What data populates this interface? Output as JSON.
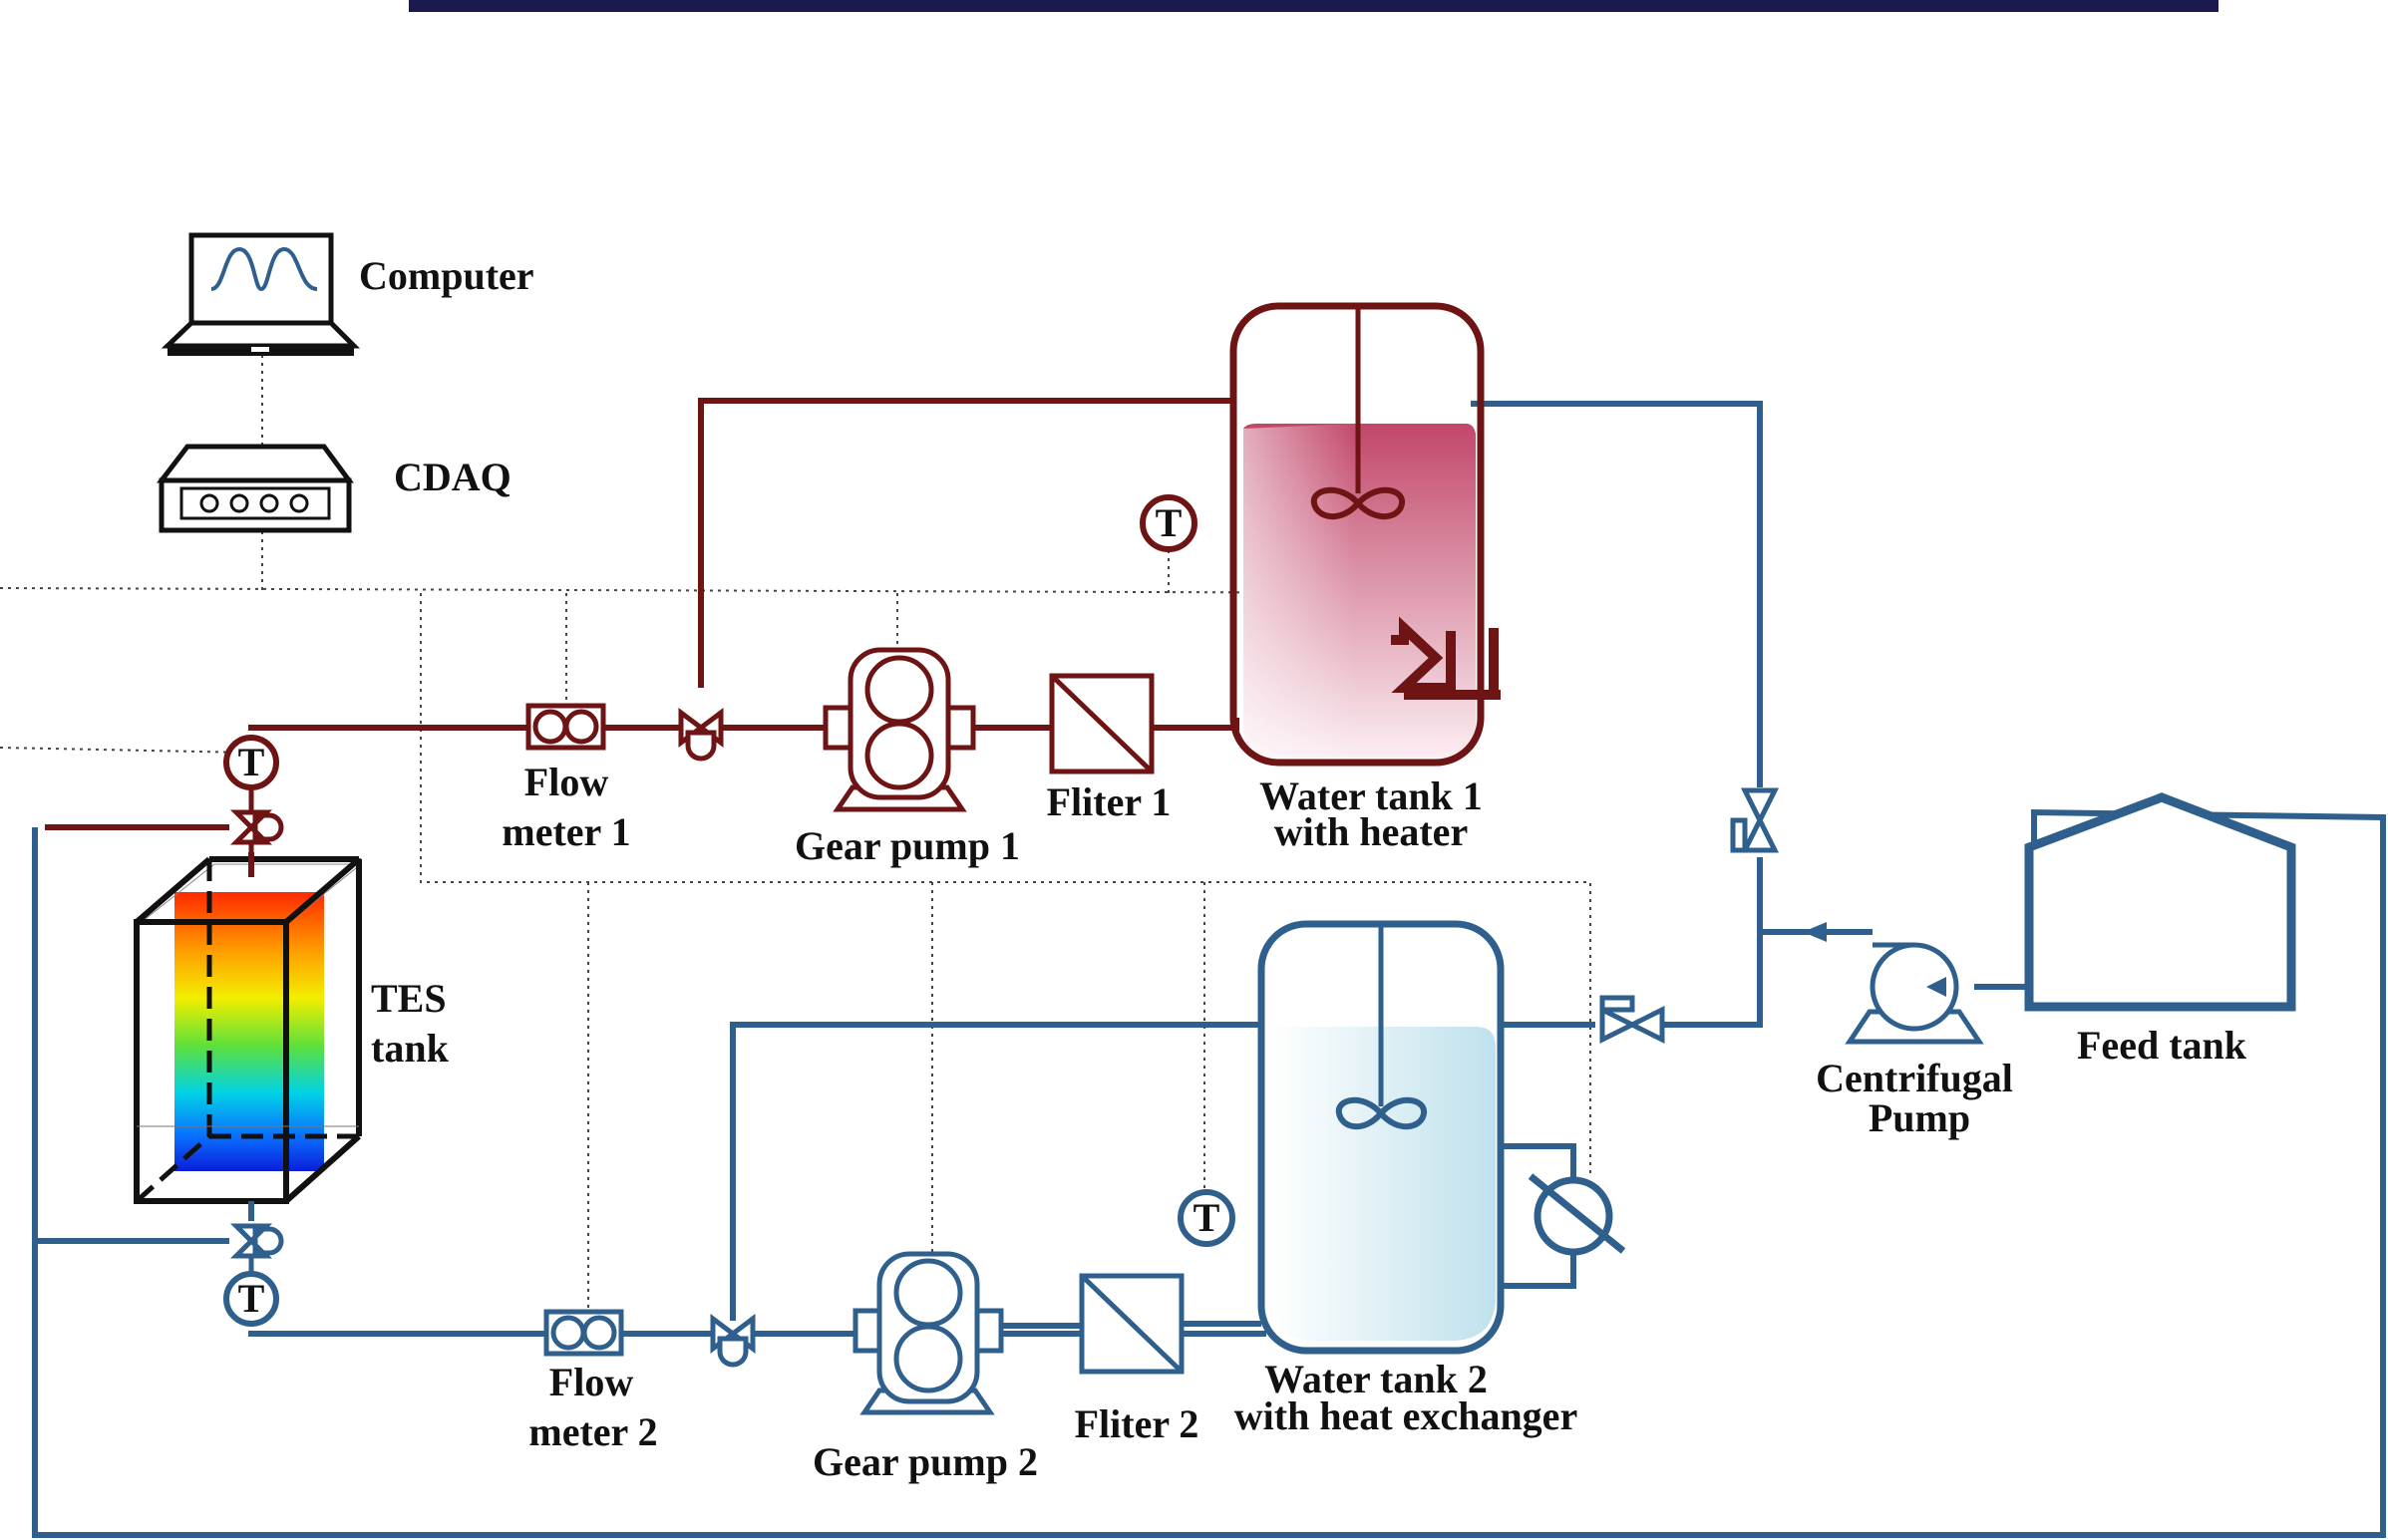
{
  "labels": {
    "computer": "Computer",
    "cdaq": "CDAQ",
    "tes_tank_1": "TES",
    "tes_tank_2": "tank",
    "flow_meter_1_a": "Flow",
    "flow_meter_1_b": "meter 1",
    "gear_pump_1": "Gear pump 1",
    "filter_1": "Fliter 1",
    "water_tank_1_a": "Water tank 1",
    "water_tank_1_b": "with heater",
    "feed_tank": "Feed tank",
    "centrifugal_a": "Centrifugal",
    "centrifugal_b": "Pump",
    "flow_meter_2_a": "Flow",
    "flow_meter_2_b": "meter 2",
    "gear_pump_2": "Gear pump 2",
    "filter_2": "Fliter 2",
    "water_tank_2_a": "Water tank 2",
    "water_tank_2_b": "with heat exchanger"
  },
  "sensor_symbol": "T",
  "colors": {
    "hot_loop": "#6e1414",
    "cold_loop": "#2f5f8c",
    "header_bar": "#1a1a4e",
    "hot_water": "#c2476a",
    "cold_water": "#cde8f0"
  }
}
